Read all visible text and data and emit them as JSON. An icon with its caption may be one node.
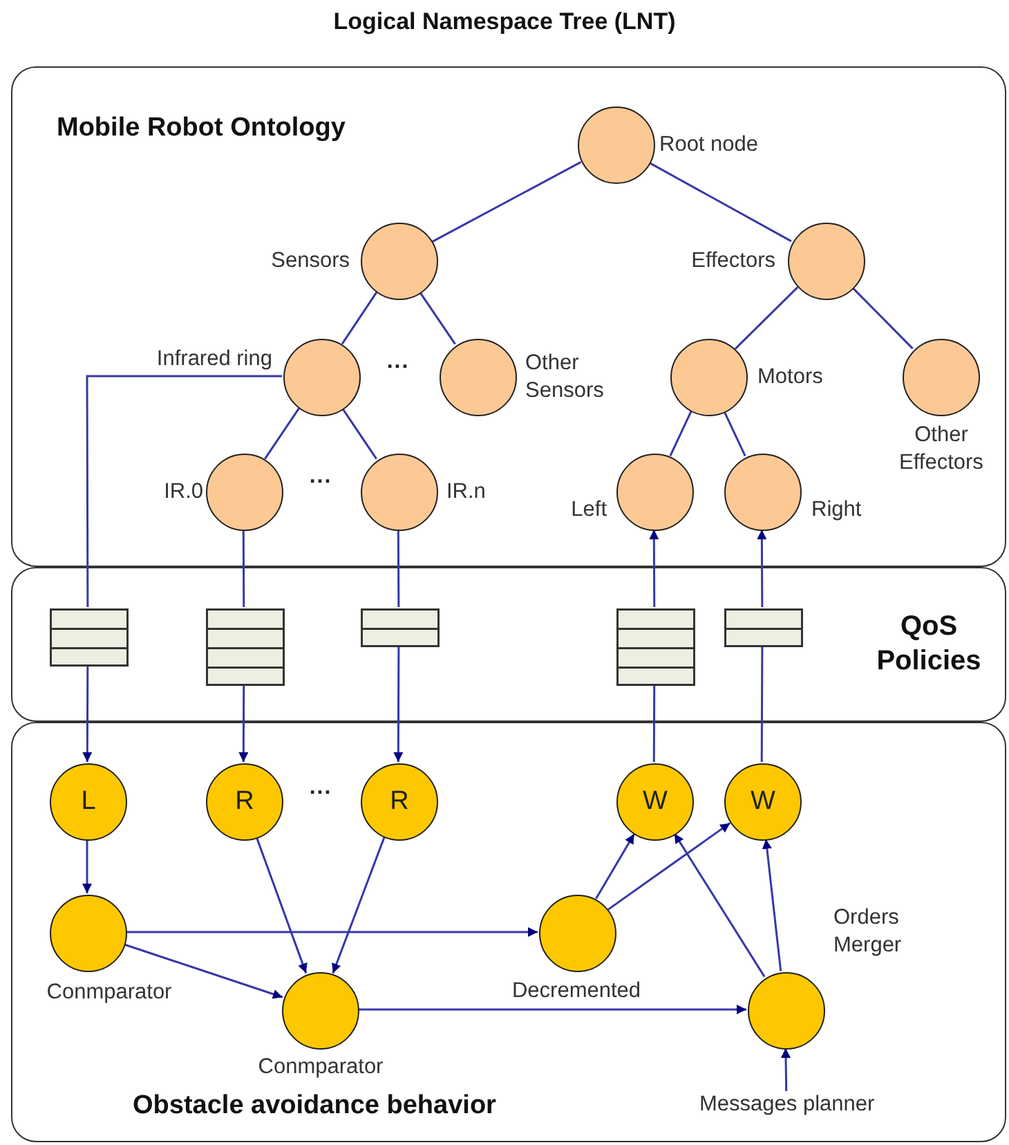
{
  "diagram": {
    "title": "Logical Namespace Tree (LNT)",
    "nodes": [
      {
        "text": [
          "Mobile Robot Ontology"
        ]
      },
      {
        "text": [
          "QoS Policies"
        ]
      },
      {
        "text": [
          "Obstacle avoidance behavior"
        ]
      },
      {
        "text": [],
        "shape": "circle",
        "in": 0,
        "beside": [
          "Root node"
        ]
      },
      {
        "text": [],
        "shape": "circle",
        "in": 0,
        "beside": [
          "Sensors"
        ]
      },
      {
        "text": [],
        "shape": "circle",
        "in": 0,
        "beside": [
          "Effectors"
        ]
      },
      {
        "text": [],
        "shape": "circle",
        "in": 0,
        "beside": [
          "Infrared ring"
        ]
      },
      {
        "text": [],
        "shape": "circle",
        "in": 0,
        "beside": [
          "Other Sensors"
        ]
      },
      {
        "text": [],
        "shape": "circle",
        "in": 0,
        "beside": [
          "Motors"
        ]
      },
      {
        "text": [],
        "shape": "circle",
        "in": 0,
        "beside": [
          "Other Effectors"
        ]
      },
      {
        "text": [],
        "shape": "circle",
        "in": 0,
        "beside": [
          "IR.0"
        ]
      },
      {
        "text": [],
        "shape": "circle",
        "in": 0,
        "beside": [
          "IR.n"
        ]
      },
      {
        "text": [],
        "shape": "circle",
        "in": 0,
        "beside": [
          "Left"
        ]
      },
      {
        "text": [],
        "shape": "circle",
        "in": 0,
        "beside": [
          "Right"
        ]
      },
      {
        "text": [],
        "shape": "box",
        "in": 1
      },
      {
        "text": [],
        "shape": "box",
        "in": 1
      },
      {
        "text": [],
        "shape": "box",
        "in": 1
      },
      {
        "text": [],
        "shape": "box",
        "in": 1
      },
      {
        "text": [],
        "shape": "box",
        "in": 1
      },
      {
        "text": [
          "L"
        ],
        "in": 2
      },
      {
        "text": [
          "R"
        ],
        "in": 2
      },
      {
        "text": [
          "R"
        ],
        "in": 2
      },
      {
        "text": [
          "W"
        ],
        "in": 2
      },
      {
        "text": [
          "W"
        ],
        "in": 2
      },
      {
        "text": [],
        "shape": "circle",
        "in": 2,
        "beside": [
          "Conmparator"
        ]
      },
      {
        "text": [],
        "shape": "circle",
        "in": 2,
        "beside": [
          "Conmparator"
        ]
      },
      {
        "text": [],
        "shape": "circle",
        "in": 2,
        "beside": [
          "Decremented"
        ]
      },
      {
        "text": [],
        "shape": "circle",
        "in": 2,
        "beside": [
          "Orders Merger"
        ]
      },
      {
        "text": [
          "Messages planner"
        ],
        "in": 2
      }
    ],
    "edges": [
      {
        "from": 3,
        "to": 4,
        "arrow": "none"
      },
      {
        "from": 3,
        "to": 5,
        "arrow": "none"
      },
      {
        "from": 4,
        "to": 6,
        "arrow": "none"
      },
      {
        "from": 4,
        "to": 7,
        "arrow": "none"
      },
      {
        "from": 5,
        "to": 8,
        "arrow": "none"
      },
      {
        "from": 5,
        "to": 9,
        "arrow": "none"
      },
      {
        "from": 6,
        "to": 10,
        "arrow": "none"
      },
      {
        "from": 6,
        "to": 11,
        "arrow": "none"
      },
      {
        "from": 8,
        "to": 12,
        "arrow": "none"
      },
      {
        "from": 8,
        "to": 13,
        "arrow": "none"
      },
      {
        "from": 6,
        "to": 14,
        "arrow": "none"
      },
      {
        "from": 14,
        "to": 19,
        "arrow": "to"
      },
      {
        "from": 10,
        "to": 15,
        "arrow": "none"
      },
      {
        "from": 15,
        "to": 20,
        "arrow": "to"
      },
      {
        "from": 11,
        "to": 16,
        "arrow": "none"
      },
      {
        "from": 16,
        "to": 21,
        "arrow": "to"
      },
      {
        "from": 22,
        "to": 17,
        "arrow": "none"
      },
      {
        "from": 17,
        "to": 12,
        "arrow": "to"
      },
      {
        "from": 23,
        "to": 18,
        "arrow": "none"
      },
      {
        "from": 18,
        "to": 13,
        "arrow": "to"
      },
      {
        "from": 19,
        "to": 24,
        "arrow": "to"
      },
      {
        "from": 24,
        "to": 26,
        "arrow": "to"
      },
      {
        "from": 24,
        "to": 25,
        "arrow": "to"
      },
      {
        "from": 20,
        "to": 25,
        "arrow": "to"
      },
      {
        "from": 21,
        "to": 25,
        "arrow": "to"
      },
      {
        "from": 25,
        "to": 27,
        "arrow": "to"
      },
      {
        "from": 26,
        "to": 22,
        "arrow": "to"
      },
      {
        "from": 26,
        "to": 23,
        "arrow": "to"
      },
      {
        "from": 27,
        "to": 22,
        "arrow": "to"
      },
      {
        "from": 27,
        "to": 23,
        "arrow": "to"
      },
      {
        "from": 28,
        "to": 27,
        "arrow": "to"
      }
    ],
    "labels": [
      "...",
      "...",
      "..."
    ]
  }
}
